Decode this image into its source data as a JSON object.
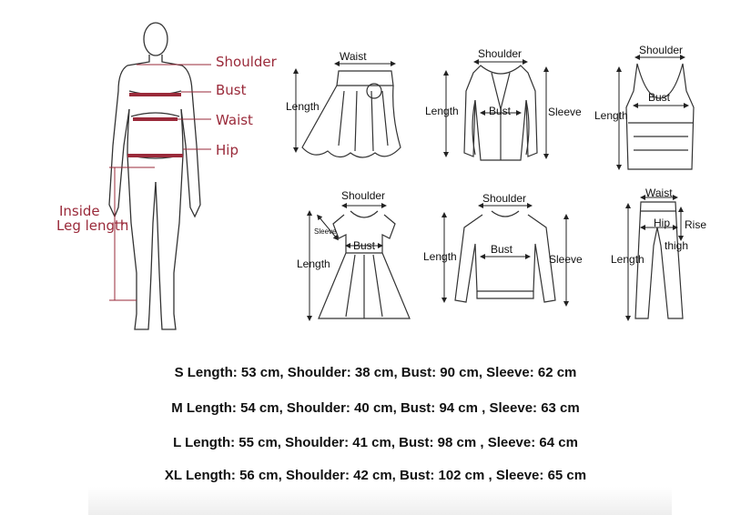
{
  "body_chart": {
    "labels": {
      "shoulder": "Shoulder",
      "bust": "Bust",
      "waist": "Waist",
      "hip": "Hip",
      "inside_leg_line1": "Inside",
      "inside_leg_line2": "Leg length"
    },
    "label_color": "#9a2a3a"
  },
  "garments": {
    "skirt": {
      "waist": "Waist",
      "length": "Length"
    },
    "jacket": {
      "shoulder": "Shoulder",
      "length": "Length",
      "bust": "Bust",
      "sleeve": "Sleeve"
    },
    "tank": {
      "shoulder": "Shoulder",
      "bust": "Bust",
      "length": "Length"
    },
    "dress": {
      "shoulder": "Shoulder",
      "sleeve": "Sleeve",
      "bust": "Bust",
      "length": "Length"
    },
    "sweater": {
      "shoulder": "Shoulder",
      "bust": "Bust",
      "length": "Length",
      "sleeve": "Sleeve"
    },
    "pants": {
      "waist": "Waist",
      "hip": "Hip",
      "rise": "Rise",
      "thigh": "thigh",
      "length": "Length"
    }
  },
  "sizes": [
    "S Length: 53 cm, Shoulder: 38 cm, Bust: 90 cm, Sleeve: 62 cm",
    "M Length: 54 cm, Shoulder: 40 cm, Bust: 94 cm , Sleeve: 63 cm",
    "L Length: 55 cm, Shoulder: 41 cm, Bust: 98 cm , Sleeve: 64 cm",
    "XL Length: 56 cm, Shoulder: 42 cm, Bust: 102 cm , Sleeve: 65 cm"
  ]
}
